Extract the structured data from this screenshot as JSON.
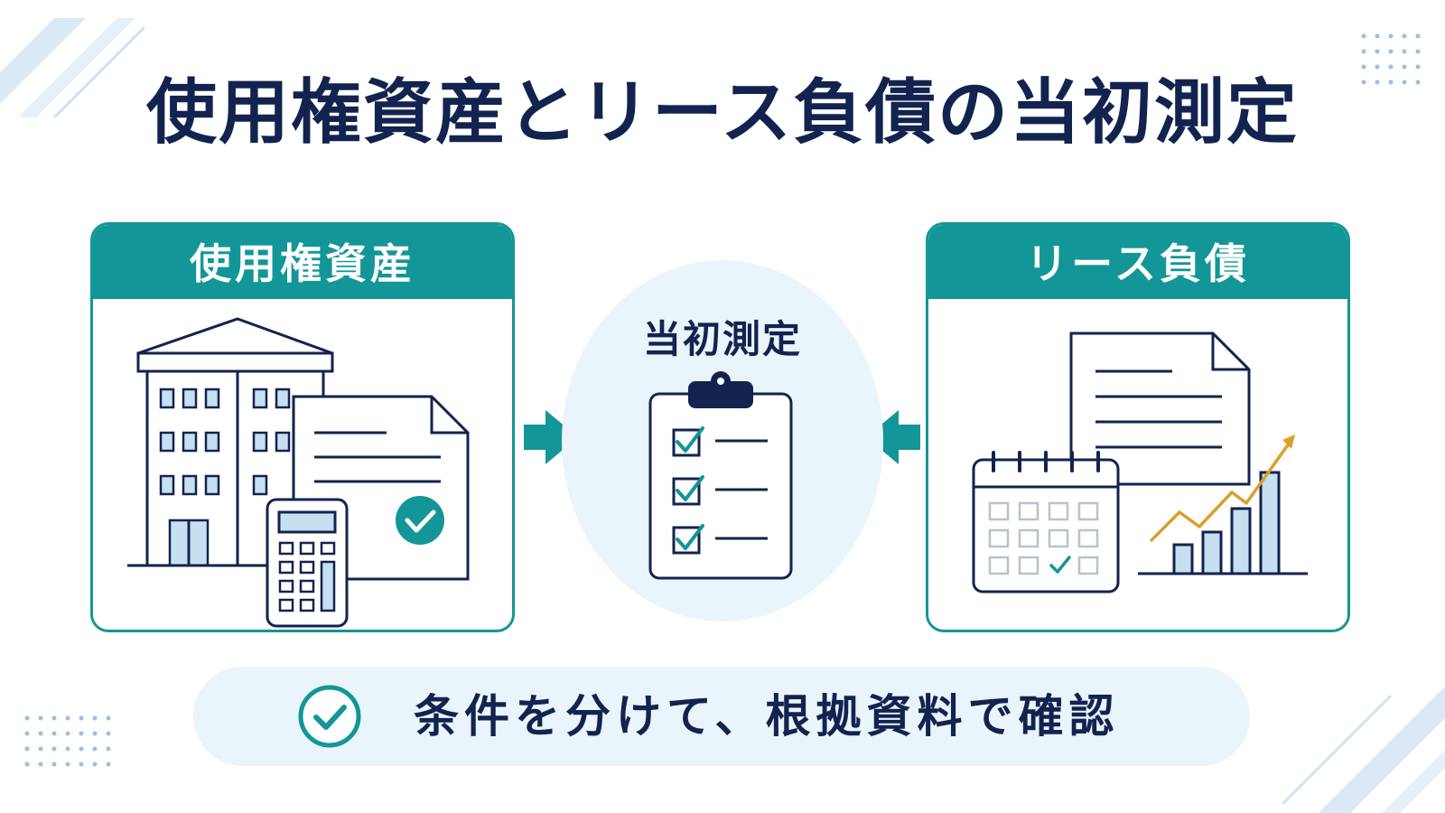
{
  "title": "使用権資産とリース負債の当初測定",
  "left_panel": {
    "heading": "使用権資産"
  },
  "center": {
    "label": "当初測定"
  },
  "right_panel": {
    "heading": "リース負債"
  },
  "footer": {
    "text": "条件を分けて、根拠資料で確認"
  },
  "colors": {
    "navy": "#13234f",
    "teal": "#139697",
    "light_blue": "#eaf4fb",
    "gold": "#d8a22a",
    "bar_fill": "#c7e0f1"
  },
  "icons": {
    "left_panel": [
      "building-icon",
      "document-icon",
      "check-circle-icon",
      "calculator-icon"
    ],
    "center": [
      "clipboard-checklist-icon"
    ],
    "right_panel": [
      "document-icon",
      "calendar-icon",
      "growth-chart-icon"
    ]
  }
}
